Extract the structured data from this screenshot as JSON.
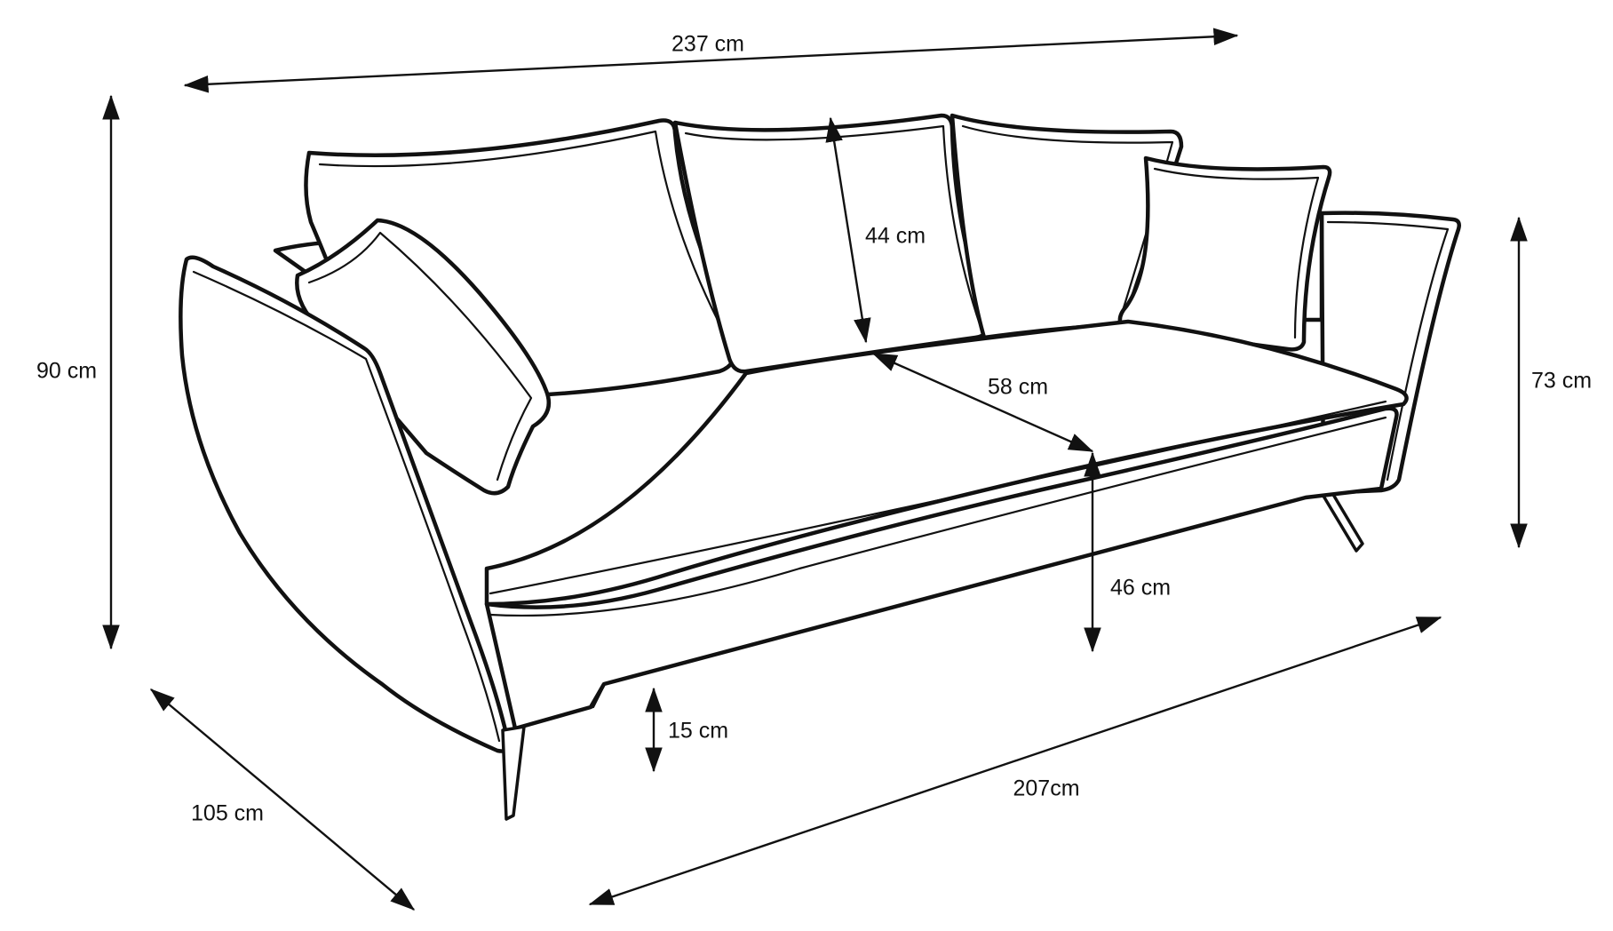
{
  "dimensions": {
    "total_width": "237 cm",
    "total_height": "90 cm",
    "back_cushion_height": "44 cm",
    "seat_depth": "58 cm",
    "armrest_height": "73 cm",
    "seat_height": "46 cm",
    "leg_height": "15 cm",
    "depth": "105 cm",
    "seat_width": "207cm"
  },
  "colors": {
    "line": "#111111",
    "background": "#ffffff"
  }
}
